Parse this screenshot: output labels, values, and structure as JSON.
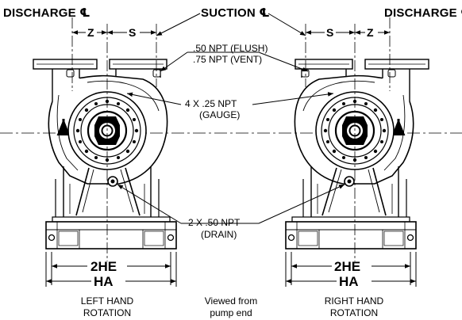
{
  "labels": {
    "discharge_left": "DISCHARGE ℄",
    "suction": "SUCTION ℄",
    "discharge_right": "DISCHARGE ℄",
    "flush_line1": ".50 NPT (FLUSH)",
    "flush_line2": ".75 NPT (VENT)",
    "gauge_line1": "4 X .25 NPT",
    "gauge_line2": "(GAUGE)",
    "drain_line1": "2 X .50 NPT",
    "drain_line2": "(DRAIN)"
  },
  "dimensions": {
    "z_left": "Z",
    "s_left": "S",
    "s_right": "S",
    "z_right": "Z",
    "he_left": "2HE",
    "ha_left": "HA",
    "he_right": "2HE",
    "ha_right": "HA"
  },
  "captions": {
    "left_line1": "LEFT  HAND",
    "left_line2": "ROTATION",
    "center_line1": "Viewed from",
    "center_line2": "pump end",
    "right_line1": "RIGHT HAND",
    "right_line2": "ROTATION"
  }
}
